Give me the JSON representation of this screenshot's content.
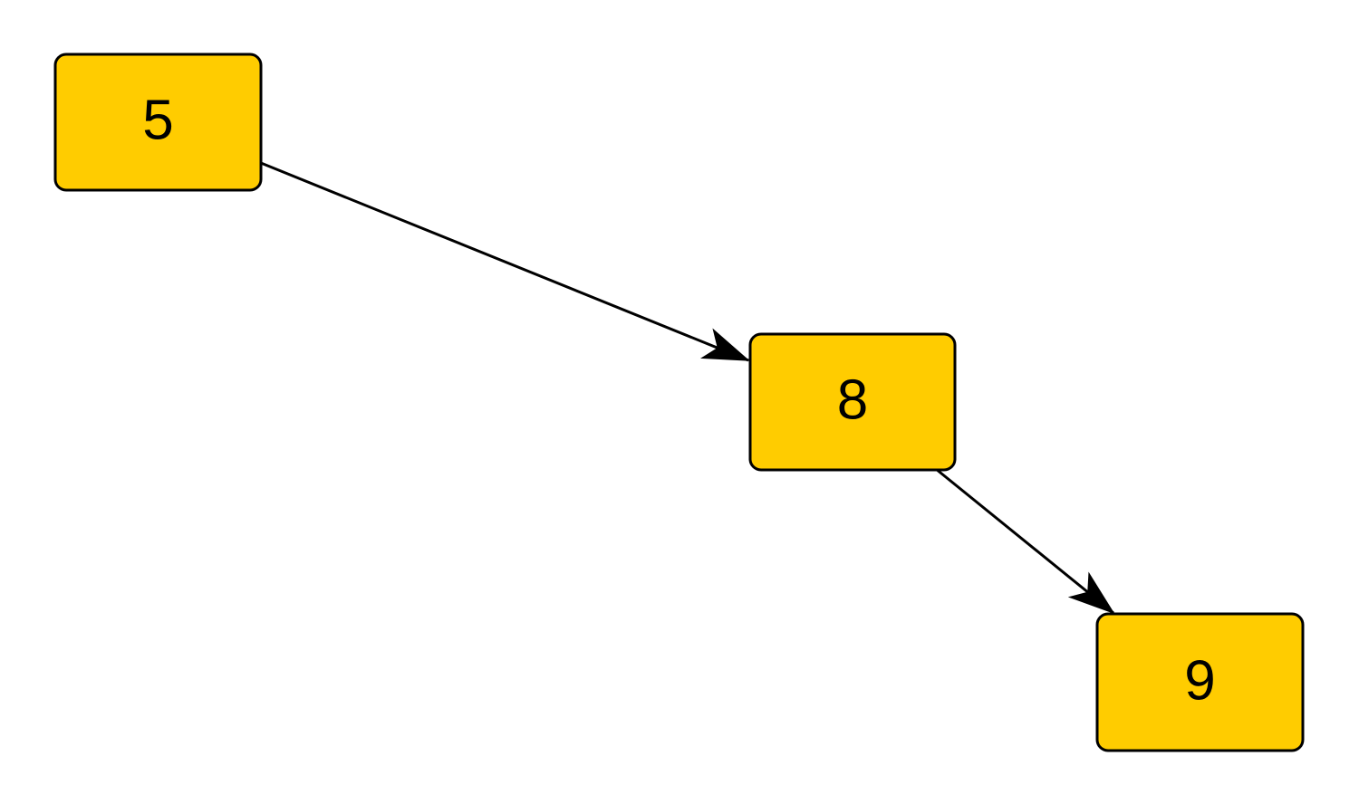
{
  "diagram": {
    "nodes": [
      {
        "id": "n5",
        "label": "5"
      },
      {
        "id": "n8",
        "label": "8"
      },
      {
        "id": "n9",
        "label": "9"
      }
    ],
    "edges": [
      {
        "from": "n5",
        "to": "n8"
      },
      {
        "from": "n8",
        "to": "n9"
      }
    ]
  },
  "colors": {
    "node_fill": "#ffcc00",
    "node_stroke": "#000000",
    "edge": "#000000",
    "background": "#ffffff"
  }
}
